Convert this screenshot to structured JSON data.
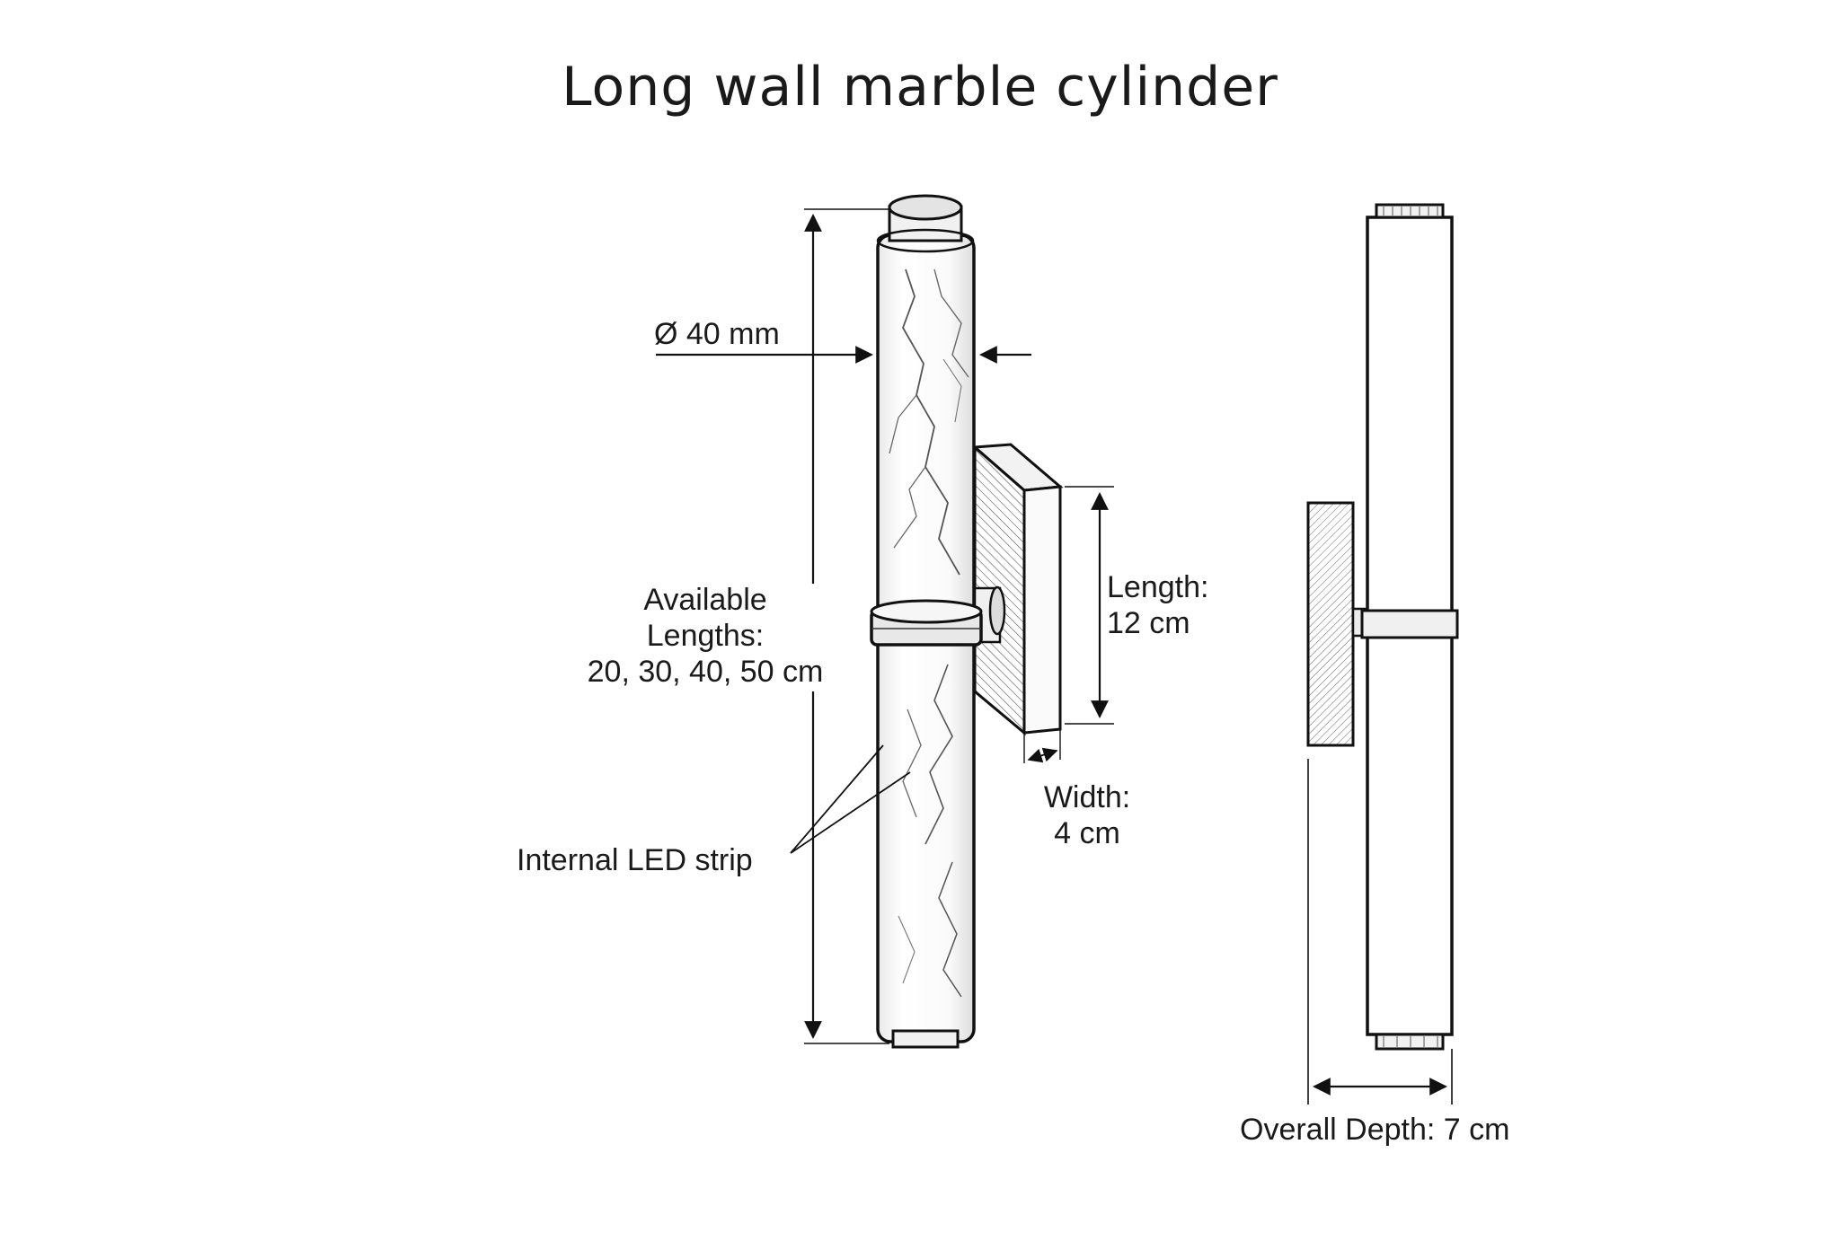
{
  "title": "Long wall marble cylinder",
  "labels": {
    "diameter": "Ø 40 mm",
    "available_line1": "Available",
    "available_line2": "Lengths:",
    "available_line3": "20, 30, 40, 50 cm",
    "led_strip": "Internal LED strip",
    "plate_length_line1": "Length:",
    "plate_length_line2": "12 cm",
    "plate_width_line1": "Width:",
    "plate_width_line2": "4 cm",
    "overall_depth": "Overall Depth: 7 cm"
  }
}
